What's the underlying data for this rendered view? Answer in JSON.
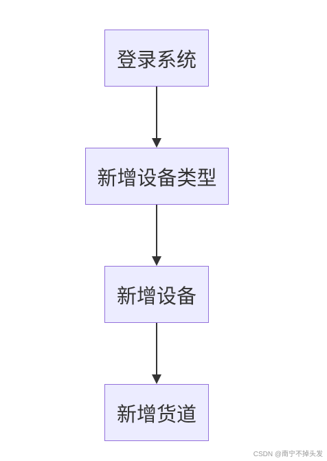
{
  "nodes": [
    {
      "label": "登录系统"
    },
    {
      "label": "新增设备类型"
    },
    {
      "label": "新增设备"
    },
    {
      "label": "新增货道"
    }
  ],
  "colors": {
    "node_fill": "#ececff",
    "node_border": "#9370db",
    "text": "#333333",
    "edge": "#333333"
  },
  "watermark": "CSDN @南宁不掉头发"
}
